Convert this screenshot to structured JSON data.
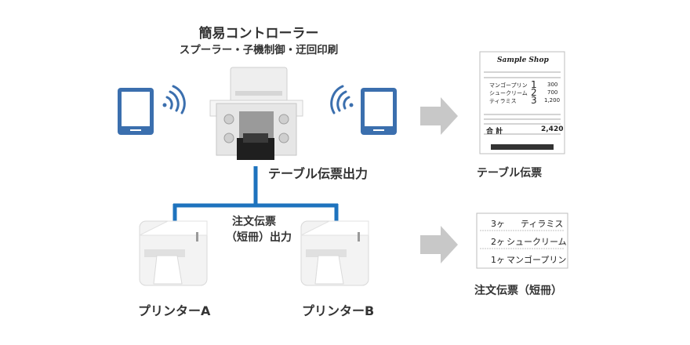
{
  "controller": {
    "title": "簡易コントローラー",
    "subtitle": "スプーラー・子機制御・迂回印刷"
  },
  "labels": {
    "table_slip_output": "テーブル伝票出力",
    "order_slip_output_line1": "注文伝票",
    "order_slip_output_line2": "（短冊）出力",
    "printer_a": "プリンターA",
    "printer_b": "プリンターB",
    "table_slip": "テーブル伝票",
    "order_slip": "注文伝票（短冊）"
  },
  "table_receipt": {
    "shop_name": "Sample Shop",
    "items": [
      {
        "name": "マンゴープリン",
        "qty": "1",
        "amount": "300"
      },
      {
        "name": "シュークリーム",
        "qty": "2",
        "amount": "700"
      },
      {
        "name": "ティラミス",
        "qty": "3",
        "amount": "1,200"
      }
    ],
    "total_label": "合 計",
    "total_value": "2,420"
  },
  "order_strips": [
    {
      "qty": "3ヶ",
      "name": "ティラミス"
    },
    {
      "qty": "2ヶ",
      "name": "シュークリーム"
    },
    {
      "qty": "1ヶ",
      "name": "マンゴープリン"
    }
  ],
  "colors": {
    "line_blue": "#1e73be",
    "tablet_blue": "#3b6fae",
    "arrow_gray": "#c8c8c8",
    "label_text": "#333333"
  }
}
